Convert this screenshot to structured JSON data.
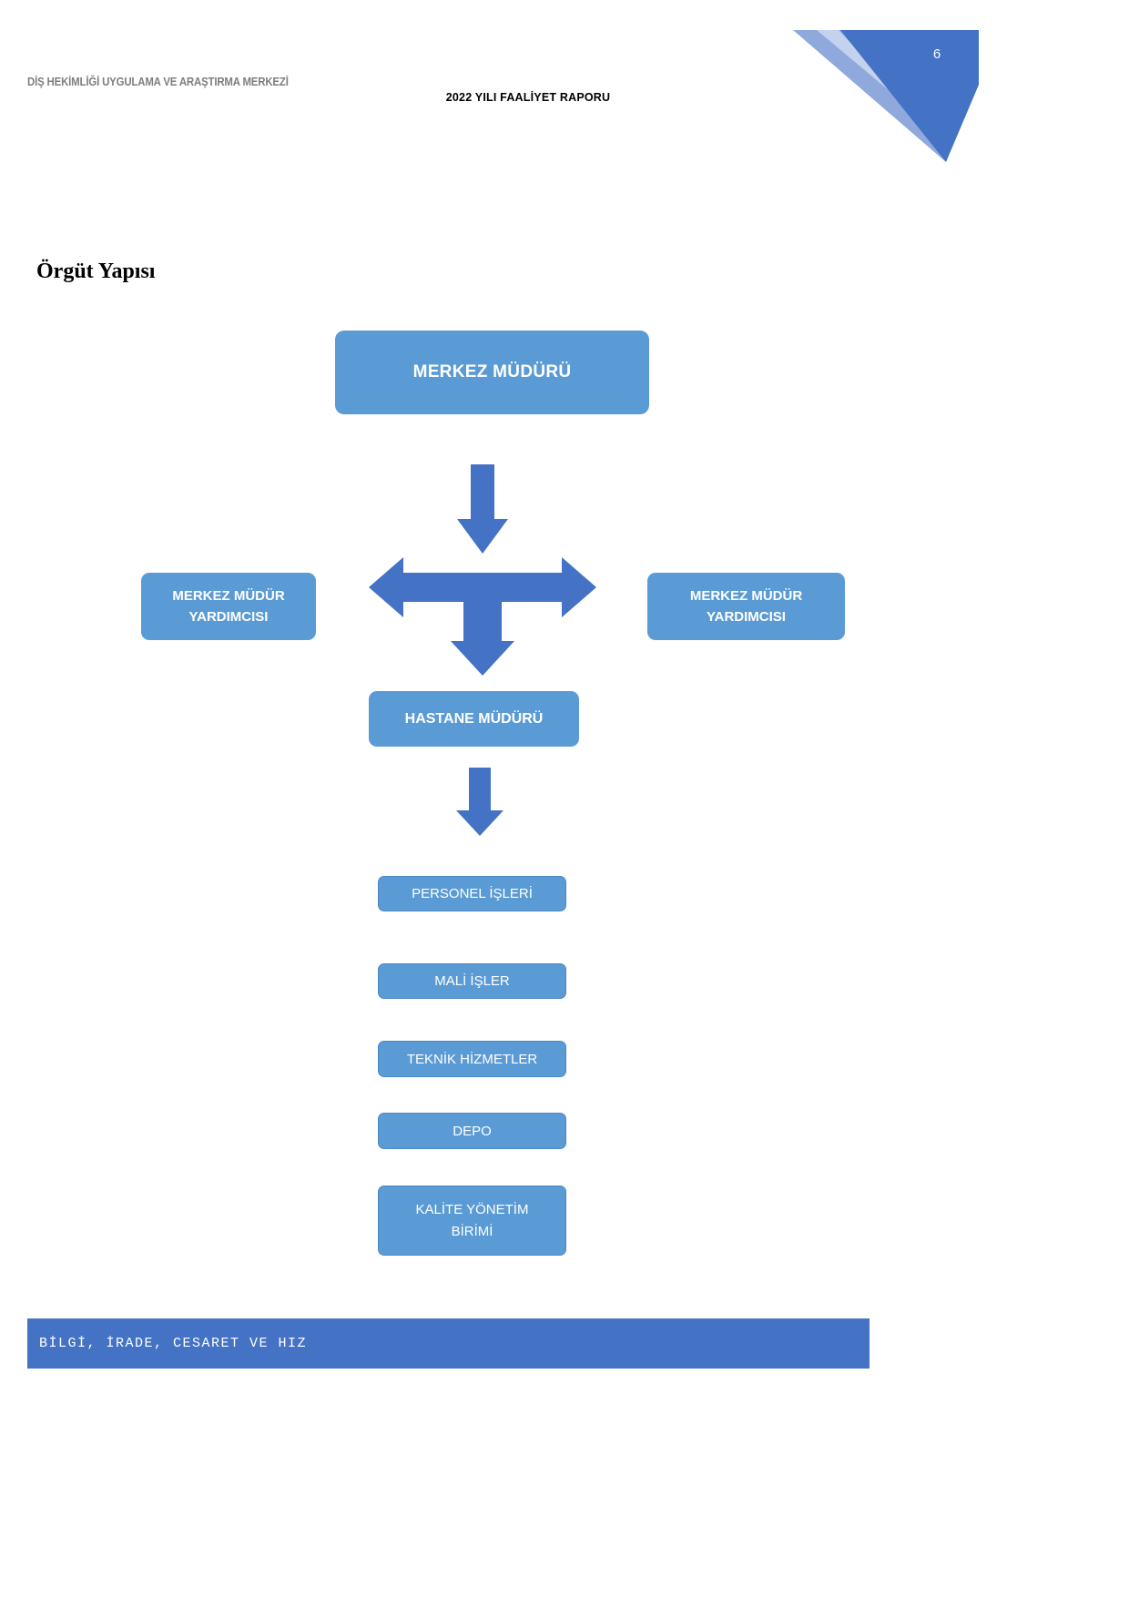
{
  "page": {
    "number": "6"
  },
  "header": {
    "left_text": "DİŞ HEKİMLİĞİ UYGULAMA VE ARAŞTIRMA MERKEZİ",
    "center_text": "2022 YILI FAALİYET RAPORU"
  },
  "section": {
    "title": "Örgüt Yapısı"
  },
  "org_chart": {
    "root": "MERKEZ MÜDÜRÜ",
    "deputy_left": "MERKEZ MÜDÜR YARDIMCISI",
    "deputy_right": "MERKEZ MÜDÜR YARDIMCISI",
    "hospital_manager": "HASTANE MÜDÜRÜ",
    "units": [
      "PERSONEL İŞLERİ",
      "MALİ İŞLER",
      "TEKNİK HİZMETLER",
      "DEPO",
      "KALİTE YÖNETİM BİRİMİ"
    ]
  },
  "footer": {
    "motto": "BİLGİ, İRADE, CESARET VE HIZ"
  },
  "colors": {
    "box_fill": "#5b9bd5",
    "arrow_fill": "#4472c4",
    "banner_fill": "#4472c4",
    "header_gray": "#7f7f7f"
  }
}
